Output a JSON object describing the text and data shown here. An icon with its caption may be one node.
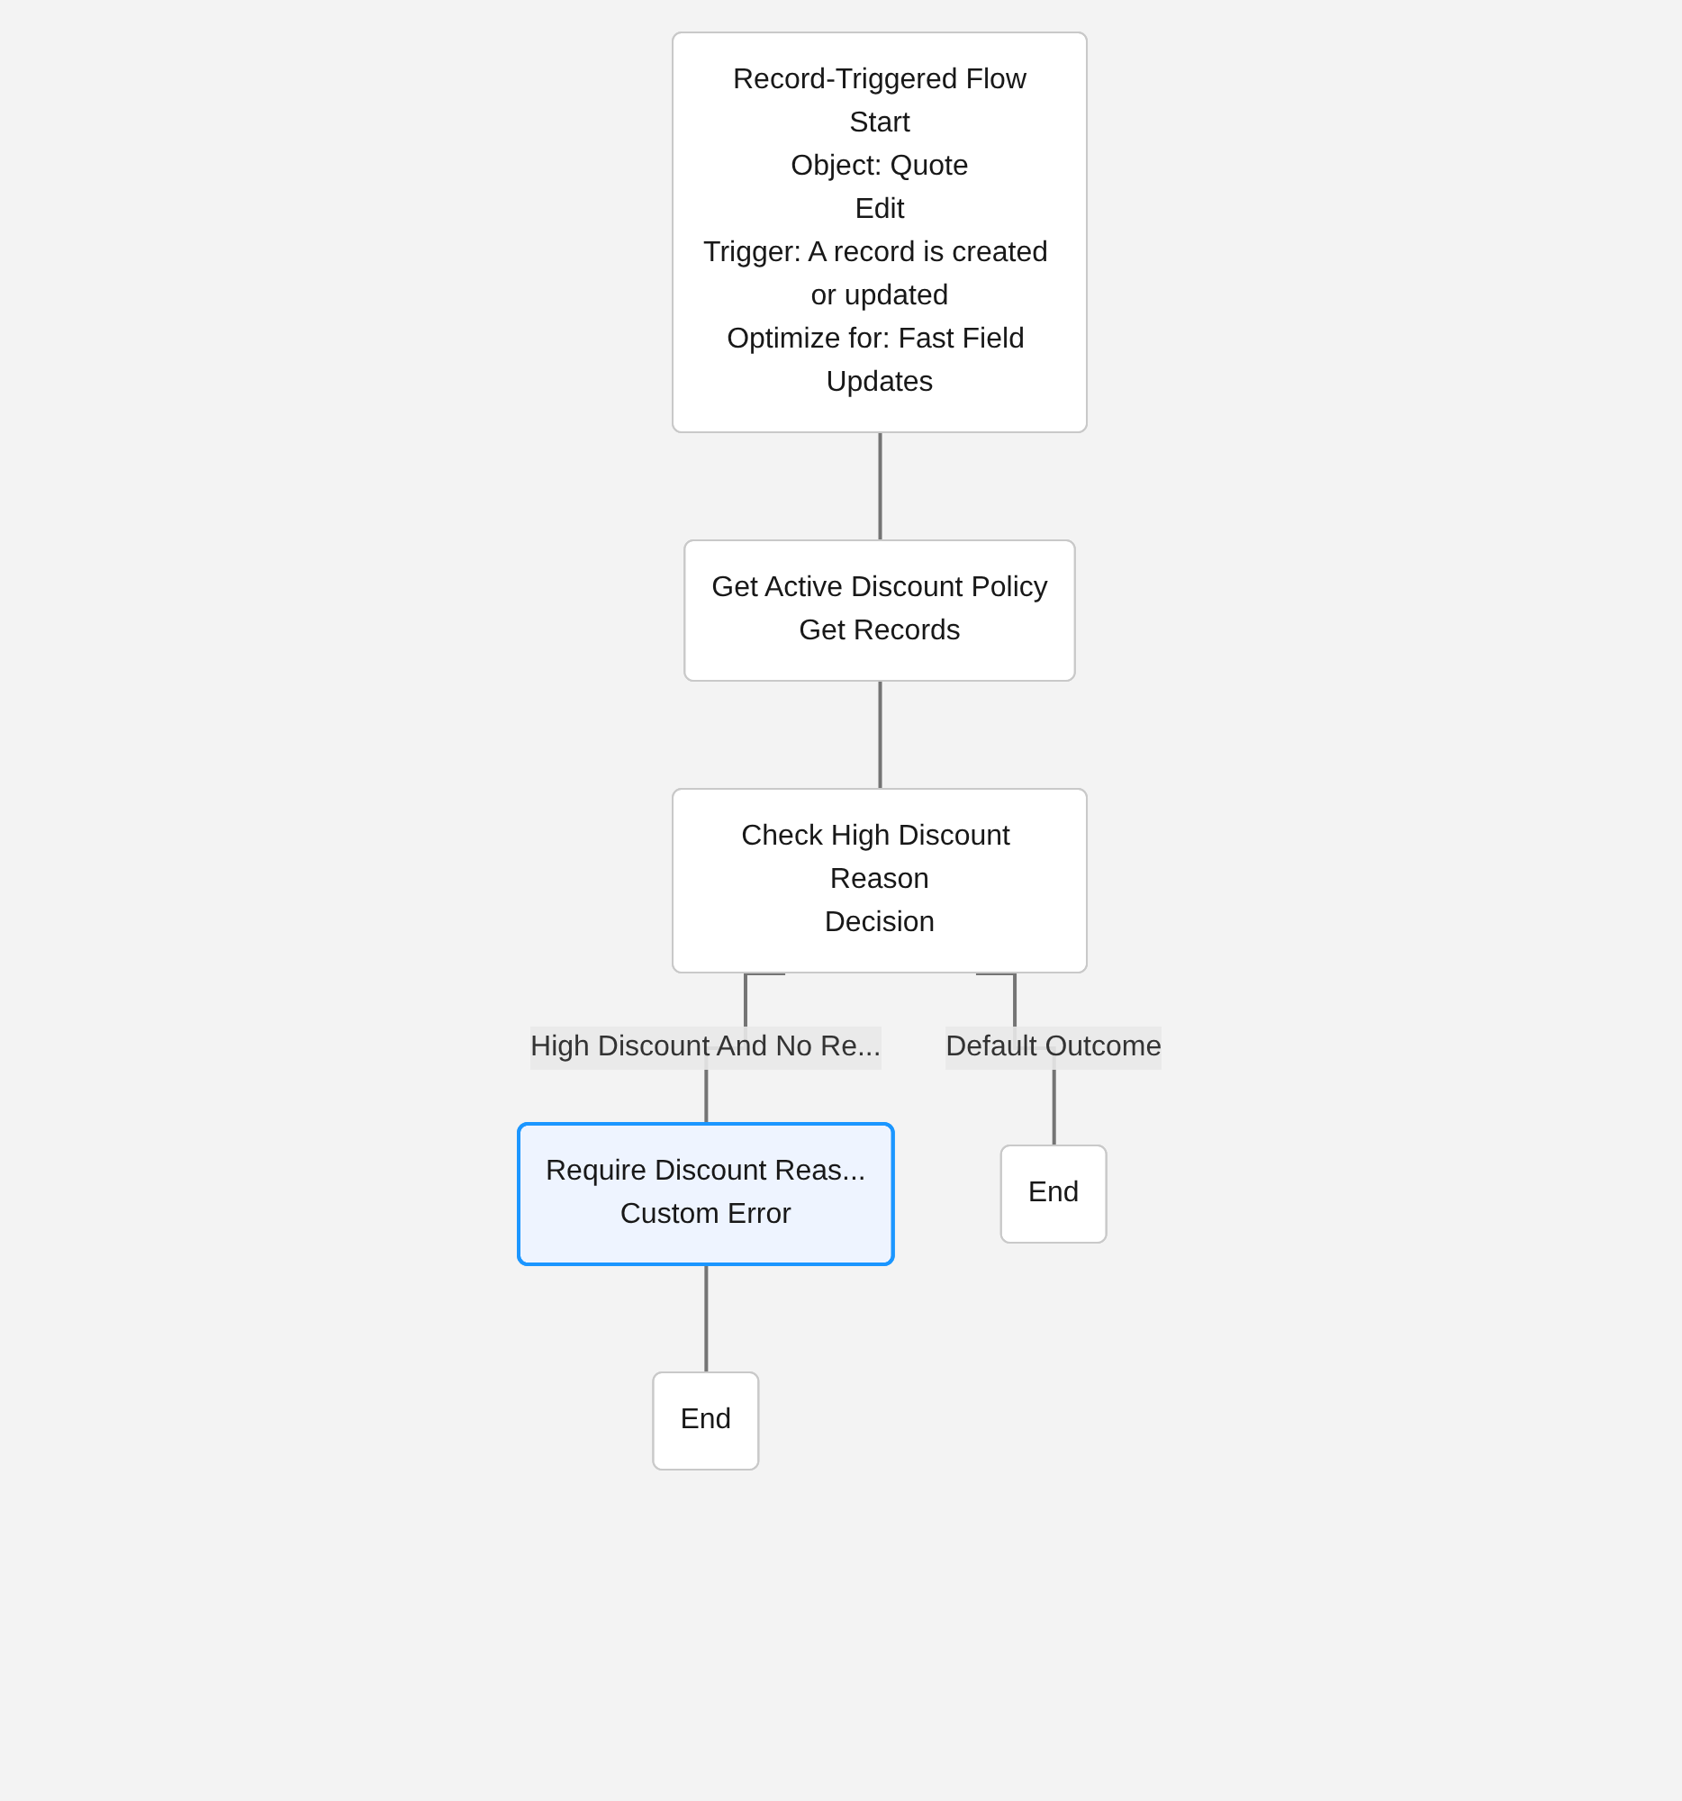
{
  "diagram": {
    "nodes": [
      {
        "text": [
          "Record-Triggered Flow",
          "Start",
          "Object: Quote",
          "Edit",
          "Trigger: A record is created or updated",
          "Optimize for: Fast Field Updates"
        ]
      },
      {
        "text": [
          "Get Active Discount Policy",
          "Get Records"
        ]
      },
      {
        "text": [
          "Check High Discount Reason",
          "Decision"
        ]
      },
      {
        "text": [
          "Require Discount Reas...",
          "Custom Error"
        ]
      },
      {
        "text": [
          "End"
        ]
      },
      {
        "text": [
          "End"
        ]
      }
    ],
    "edges": [
      {
        "from": 0,
        "to": 1,
        "arrow": "none"
      },
      {
        "from": 1,
        "to": 2,
        "arrow": "none"
      },
      {
        "from": 2,
        "to": 3,
        "arrow": "none",
        "label": "High Discount And No Re..."
      },
      {
        "from": 2,
        "to": 4,
        "arrow": "none",
        "label": "Default Outcome"
      },
      {
        "from": 3,
        "to": 5,
        "arrow": "none"
      }
    ]
  }
}
